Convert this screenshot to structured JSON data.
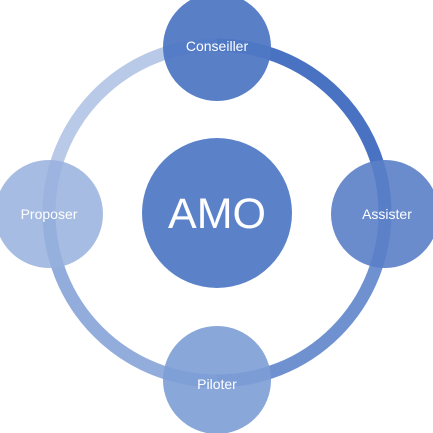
{
  "center": {
    "label": "AMO",
    "color": "#5b82c9"
  },
  "nodes": [
    {
      "id": "conseiller",
      "label": "Conseiller",
      "color": "#4f77c3"
    },
    {
      "id": "assister",
      "label": "Assister",
      "color": "#5a80c8"
    },
    {
      "id": "piloter",
      "label": "Piloter",
      "color": "#7d9dd6"
    },
    {
      "id": "proposer",
      "label": "Proposer",
      "color": "#97b0dd"
    }
  ],
  "ring": {
    "arcs": [
      {
        "from": "conseiller",
        "to": "assister",
        "color": "#4a72c2"
      },
      {
        "from": "assister",
        "to": "piloter",
        "color": "#6f91d0"
      },
      {
        "from": "piloter",
        "to": "proposer",
        "color": "#92acdc"
      },
      {
        "from": "proposer",
        "to": "conseiller",
        "color": "#b9c9e8"
      }
    ]
  }
}
